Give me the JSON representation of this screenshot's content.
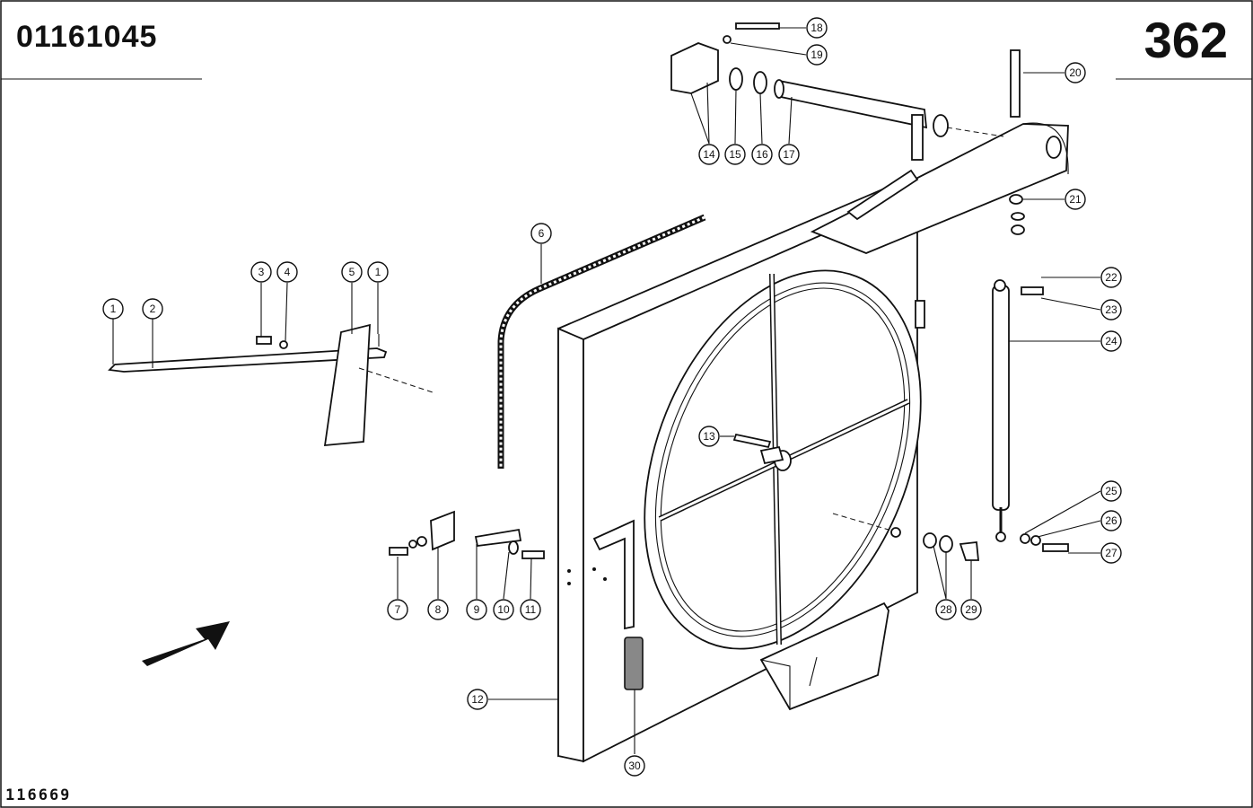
{
  "header": {
    "doc_number": "01161045",
    "page_number": "362"
  },
  "footer": {
    "figure_code": "116669"
  },
  "callouts": [
    {
      "id": "c1a",
      "label": "1"
    },
    {
      "id": "c2",
      "label": "2"
    },
    {
      "id": "c3",
      "label": "3"
    },
    {
      "id": "c4",
      "label": "4"
    },
    {
      "id": "c5",
      "label": "5"
    },
    {
      "id": "c1b",
      "label": "1"
    },
    {
      "id": "c6",
      "label": "6"
    },
    {
      "id": "c7",
      "label": "7"
    },
    {
      "id": "c8",
      "label": "8"
    },
    {
      "id": "c9",
      "label": "9"
    },
    {
      "id": "c10",
      "label": "10"
    },
    {
      "id": "c11",
      "label": "11"
    },
    {
      "id": "c12",
      "label": "12"
    },
    {
      "id": "c13",
      "label": "13"
    },
    {
      "id": "c14",
      "label": "14"
    },
    {
      "id": "c15",
      "label": "15"
    },
    {
      "id": "c16",
      "label": "16"
    },
    {
      "id": "c17",
      "label": "17"
    },
    {
      "id": "c18",
      "label": "18"
    },
    {
      "id": "c19",
      "label": "19"
    },
    {
      "id": "c20",
      "label": "20"
    },
    {
      "id": "c21",
      "label": "21"
    },
    {
      "id": "c22",
      "label": "22"
    },
    {
      "id": "c23",
      "label": "23"
    },
    {
      "id": "c24",
      "label": "24"
    },
    {
      "id": "c25",
      "label": "25"
    },
    {
      "id": "c26",
      "label": "26"
    },
    {
      "id": "c27",
      "label": "27"
    },
    {
      "id": "c28",
      "label": "28"
    },
    {
      "id": "c29",
      "label": "29"
    },
    {
      "id": "c30",
      "label": "30"
    }
  ]
}
